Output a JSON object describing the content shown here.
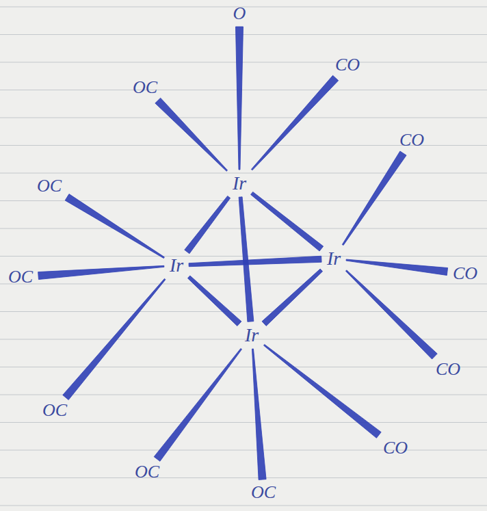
{
  "diagram": {
    "nodes": [
      {
        "text": [
          "O"
        ]
      },
      {
        "text": [
          "OC"
        ]
      },
      {
        "text": [
          "CO"
        ]
      },
      {
        "text": [
          "CO"
        ]
      },
      {
        "text": [
          "Ir"
        ]
      },
      {
        "text": [
          "OC"
        ]
      },
      {
        "text": [
          "Ir"
        ]
      },
      {
        "text": [
          "Ir"
        ]
      },
      {
        "text": [
          "OC"
        ]
      },
      {
        "text": [
          "CO"
        ]
      },
      {
        "text": [
          "Ir"
        ]
      },
      {
        "text": [
          "CO"
        ]
      },
      {
        "text": [
          "OC"
        ]
      },
      {
        "text": [
          "CO"
        ]
      },
      {
        "text": [
          "OC"
        ]
      },
      {
        "text": [
          "OC"
        ]
      }
    ],
    "edges": [
      {
        "from": 4,
        "to": 6,
        "arrow": "none"
      },
      {
        "from": 4,
        "to": 7,
        "arrow": "none"
      },
      {
        "from": 4,
        "to": 10,
        "arrow": "none"
      },
      {
        "from": 6,
        "to": 7,
        "arrow": "none"
      },
      {
        "from": 6,
        "to": 10,
        "arrow": "none"
      },
      {
        "from": 7,
        "to": 10,
        "arrow": "none"
      },
      {
        "from": 4,
        "to": 0,
        "arrow": "none"
      },
      {
        "from": 4,
        "to": 1,
        "arrow": "none"
      },
      {
        "from": 4,
        "to": 2,
        "arrow": "none"
      },
      {
        "from": 7,
        "to": 3,
        "arrow": "none"
      },
      {
        "from": 7,
        "to": 9,
        "arrow": "none"
      },
      {
        "from": 7,
        "to": 11,
        "arrow": "none"
      },
      {
        "from": 6,
        "to": 5,
        "arrow": "none"
      },
      {
        "from": 6,
        "to": 8,
        "arrow": "none"
      },
      {
        "from": 6,
        "to": 12,
        "arrow": "none"
      },
      {
        "from": 10,
        "to": 14,
        "arrow": "none"
      },
      {
        "from": 10,
        "to": 15,
        "arrow": "none"
      },
      {
        "from": 10,
        "to": 13,
        "arrow": "none"
      }
    ]
  }
}
